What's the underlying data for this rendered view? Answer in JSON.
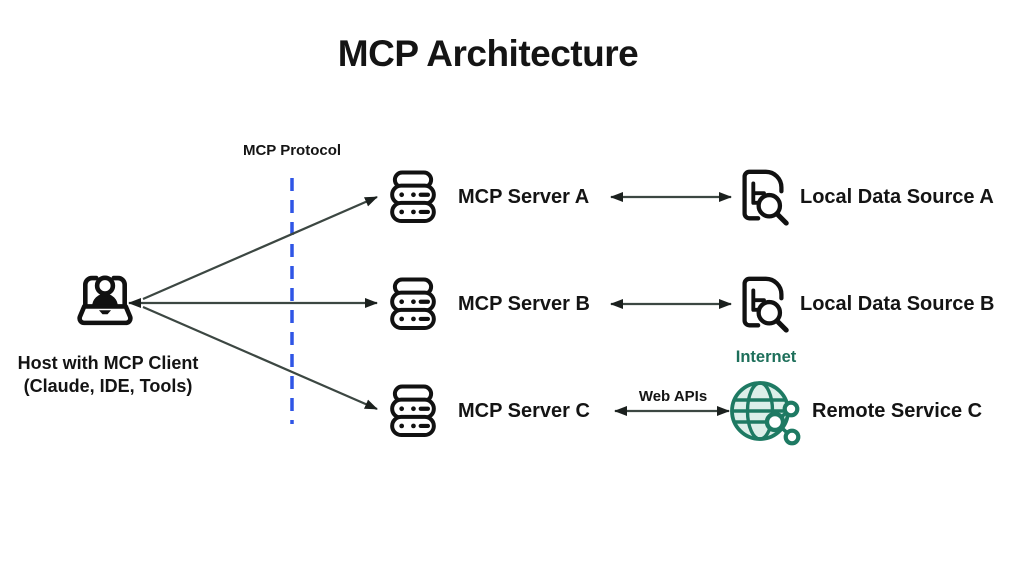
{
  "title": "MCP Architecture",
  "protocol": {
    "label": "MCP Protocol"
  },
  "host": {
    "icon": "laptop-user-icon",
    "label_line1": "Host with MCP Client",
    "label_line2": "(Claude, IDE, Tools)"
  },
  "servers": [
    {
      "icon": "server-stack-icon",
      "label": "MCP Server A"
    },
    {
      "icon": "server-stack-icon",
      "label": "MCP Server B"
    },
    {
      "icon": "server-stack-icon",
      "label": "MCP Server C"
    }
  ],
  "data_sources": [
    {
      "icon": "document-search-icon",
      "label": "Local Data Source A"
    },
    {
      "icon": "document-search-icon",
      "label": "Local Data Source B"
    }
  ],
  "remote_service": {
    "internet_label": "Internet",
    "web_apis_label": "Web APIs",
    "icon": "globe-network-icon",
    "label": "Remote Service C"
  },
  "connections": [
    {
      "from": "Host with MCP Client",
      "to": "MCP Server A",
      "type": "arrow"
    },
    {
      "from": "Host with MCP Client",
      "to": "MCP Server B",
      "type": "double-arrow"
    },
    {
      "from": "Host with MCP Client",
      "to": "MCP Server C",
      "type": "arrow"
    },
    {
      "from": "MCP Server A",
      "to": "Local Data Source A",
      "type": "double-arrow"
    },
    {
      "from": "MCP Server B",
      "to": "Local Data Source B",
      "type": "double-arrow"
    },
    {
      "from": "MCP Server C",
      "to": "Remote Service C",
      "type": "double-arrow",
      "label": "Web APIs"
    }
  ],
  "colors": {
    "text": "#141414",
    "line": "#3c4742",
    "arrowhead": "#1b201e",
    "protocol_dash": "#2f55e6",
    "teal": "#1e7a63",
    "teal_fill": "#dcefe9"
  }
}
